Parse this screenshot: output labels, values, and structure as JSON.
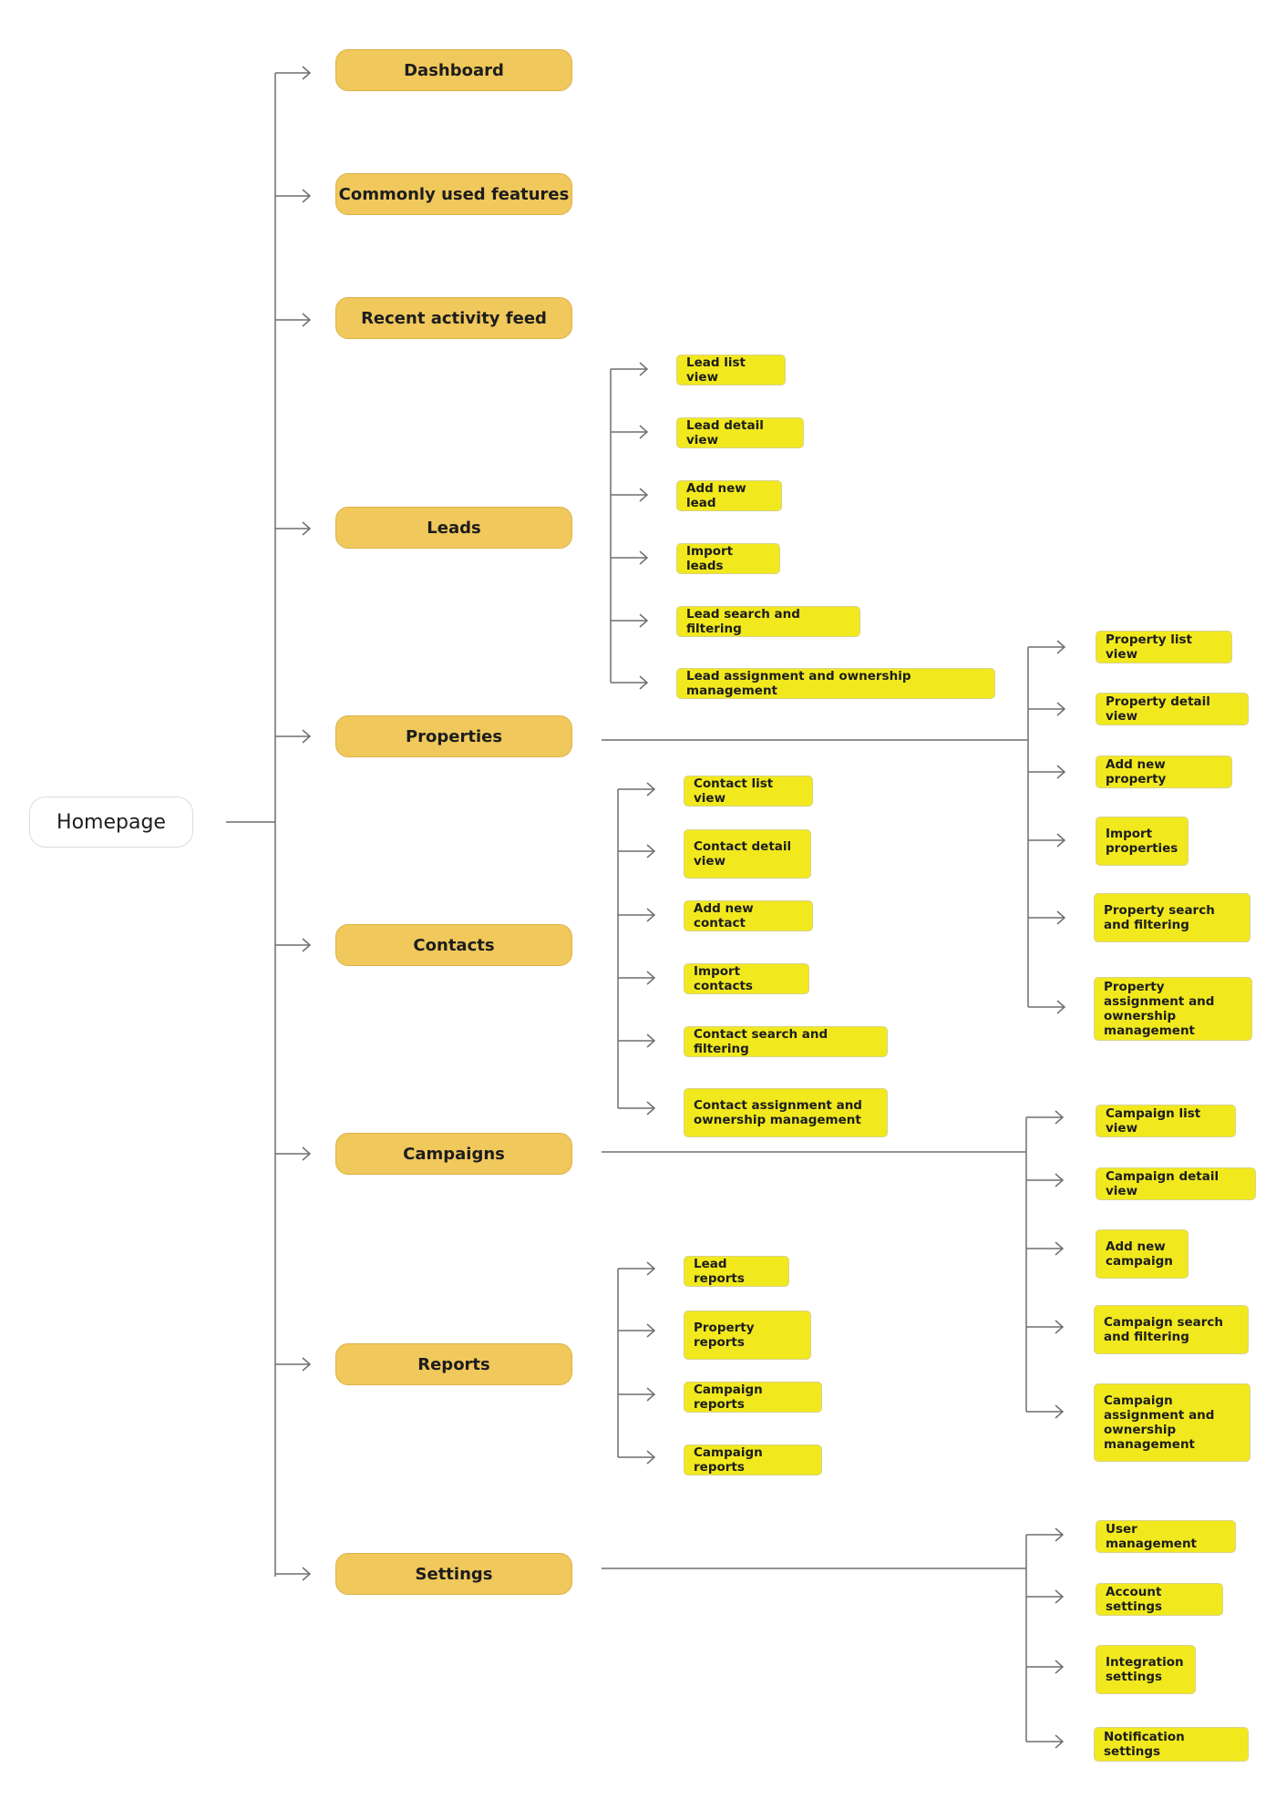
{
  "diagram": {
    "root": {
      "label": "Homepage"
    },
    "main": [
      {
        "id": "dashboard",
        "label": "Dashboard"
      },
      {
        "id": "common",
        "label": "Commonly used features"
      },
      {
        "id": "recent",
        "label": "Recent activity feed"
      },
      {
        "id": "leads",
        "label": "Leads"
      },
      {
        "id": "properties",
        "label": "Properties"
      },
      {
        "id": "contacts",
        "label": "Contacts"
      },
      {
        "id": "campaigns",
        "label": "Campaigns"
      },
      {
        "id": "reports",
        "label": "Reports"
      },
      {
        "id": "settings",
        "label": "Settings"
      }
    ],
    "children": {
      "leads": [
        "Lead list view",
        "Lead detail view",
        "Add new lead",
        "Import leads",
        "Lead search and filtering",
        "Lead assignment and ownership management"
      ],
      "properties": [
        "Property list view",
        "Property detail view",
        "Add new property",
        "Import properties",
        "Property search and filtering",
        "Property assignment and ownership management"
      ],
      "contacts": [
        "Contact list view",
        "Contact detail view",
        "Add new contact",
        "Import contacts",
        "Contact search and filtering",
        "Contact assignment and ownership management"
      ],
      "campaigns": [
        "Campaign list view",
        "Campaign detail view",
        "Add new campaign",
        "Campaign search and filtering",
        "Campaign assignment and ownership management"
      ],
      "reports": [
        "Lead reports",
        "Property reports",
        "Campaign reports",
        "Campaign reports"
      ],
      "settings": [
        "User management",
        "Account settings",
        "Integration settings",
        "Notification settings"
      ]
    }
  },
  "colors": {
    "main_fill": "#f0c85b",
    "leaf_fill": "#f1e91e",
    "connector": "#6f6f6f"
  }
}
